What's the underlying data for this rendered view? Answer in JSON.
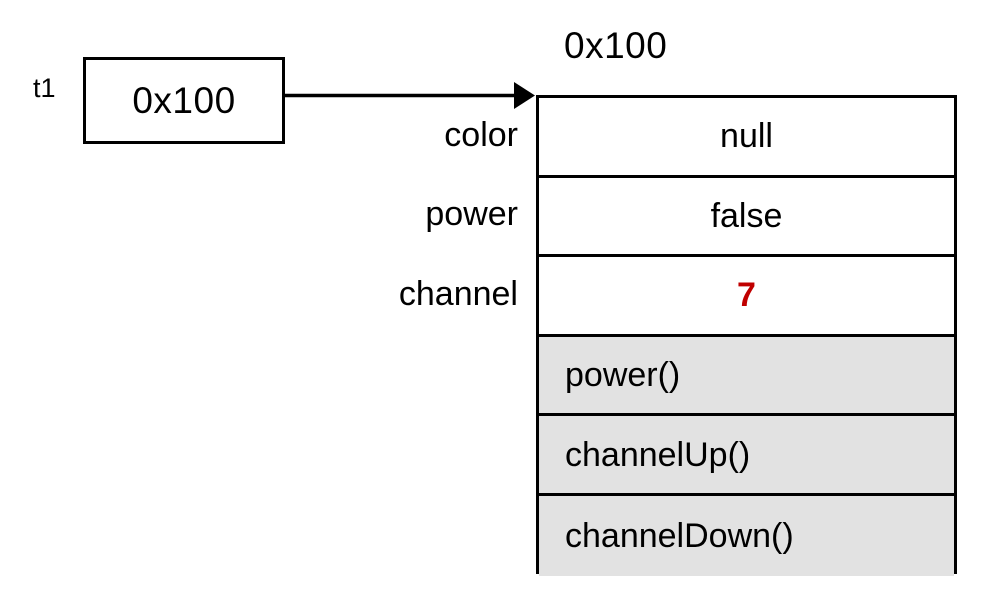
{
  "diagram": {
    "type": "object-reference-diagram",
    "variable": {
      "name": "t1",
      "value": "0x100"
    },
    "pointer": {
      "icon": "arrow-right-icon",
      "from": "t1",
      "to": "0x100"
    },
    "object": {
      "address_label": "0x100",
      "fields": [
        {
          "name": "color",
          "value": "null",
          "highlighted": false
        },
        {
          "name": "power",
          "value": "false",
          "highlighted": false
        },
        {
          "name": "channel",
          "value": "7",
          "highlighted": true
        }
      ],
      "methods": [
        {
          "signature": "power()"
        },
        {
          "signature": "channelUp()"
        },
        {
          "signature": "channelDown()"
        }
      ]
    }
  },
  "colors": {
    "background": "#ffffff",
    "stroke": "#000000",
    "method_row_fill": "#e2e2e2",
    "field_row_fill": "#ffffff",
    "highlight": "#c00000"
  }
}
